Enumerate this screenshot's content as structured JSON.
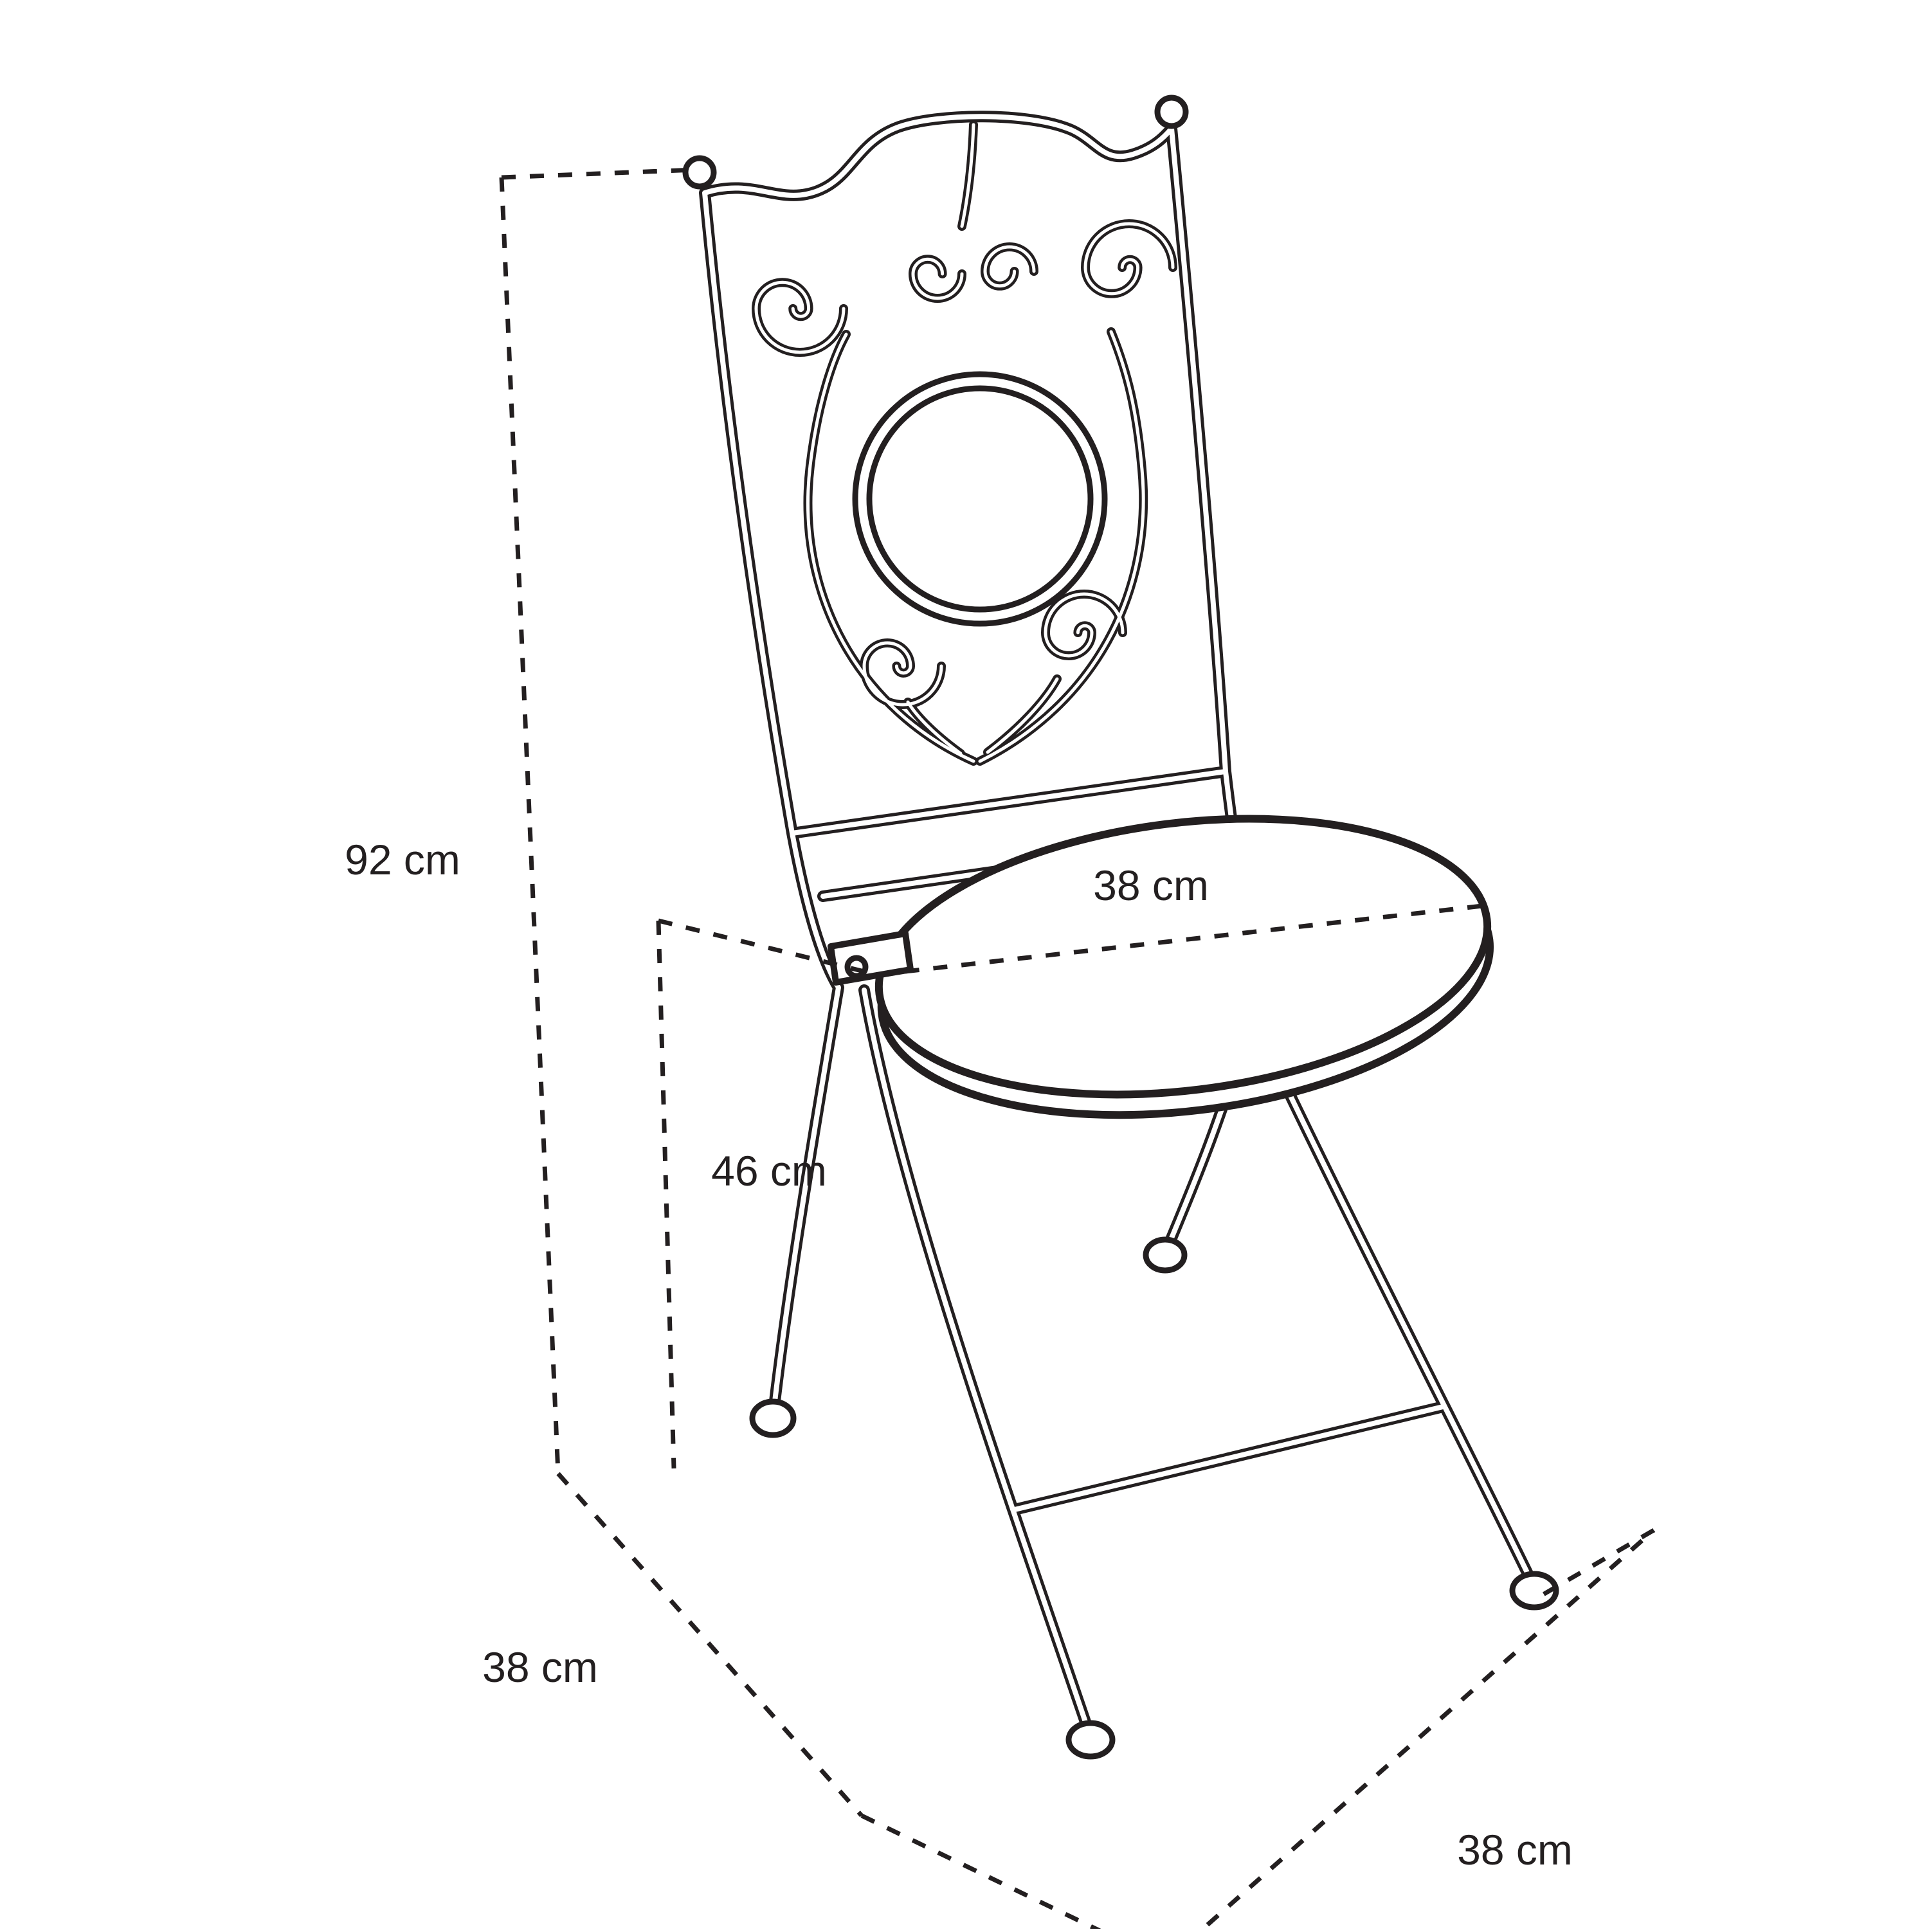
{
  "diagram": {
    "subject": "folding-bistro-chair-dimension-diagram",
    "labels": {
      "height": "92 cm",
      "seat_diameter": "38 cm",
      "seat_height": "46 cm",
      "depth": "38 cm",
      "width": "38 cm"
    },
    "colors": {
      "line": "#231f20",
      "background": "#ffffff"
    }
  }
}
